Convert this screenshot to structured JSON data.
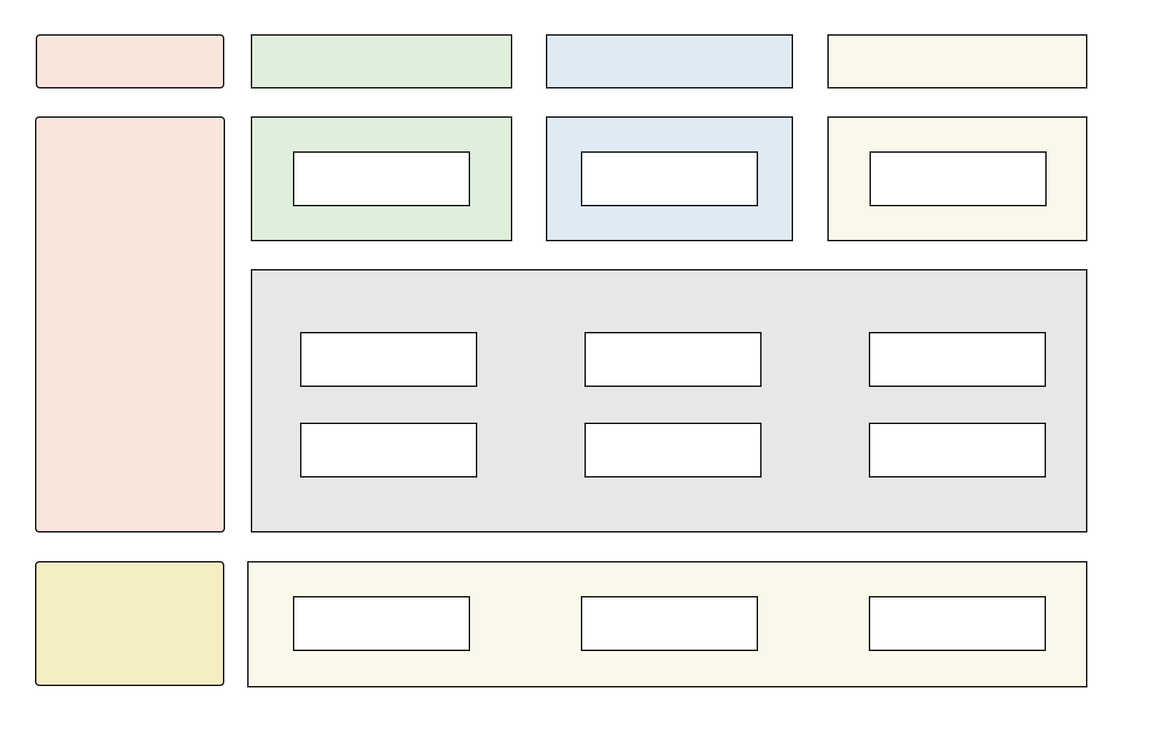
{
  "palette": {
    "peach": "#f9e5dc",
    "green": "#e0efdb",
    "blue": "#deebf5",
    "cream": "#faf8ea",
    "gray": "#e7e7e7",
    "yellow": "#f6eec3",
    "white": "#ffffff",
    "stroke": "#1a1a1a"
  },
  "diagram": {
    "top_row": [
      {
        "fill": "peach"
      },
      {
        "fill": "green"
      },
      {
        "fill": "blue"
      },
      {
        "fill": "cream"
      }
    ],
    "left_column": {
      "fill": "peach"
    },
    "middle_row": [
      {
        "fill": "green",
        "inner_boxes": 1
      },
      {
        "fill": "blue",
        "inner_boxes": 1
      },
      {
        "fill": "cream",
        "inner_boxes": 1
      }
    ],
    "center_panel": {
      "fill": "gray",
      "inner_rows": 2,
      "inner_cols": 3
    },
    "bottom_left": {
      "fill": "yellow"
    },
    "bottom_panel": {
      "fill": "cream",
      "inner_boxes": 3
    }
  }
}
